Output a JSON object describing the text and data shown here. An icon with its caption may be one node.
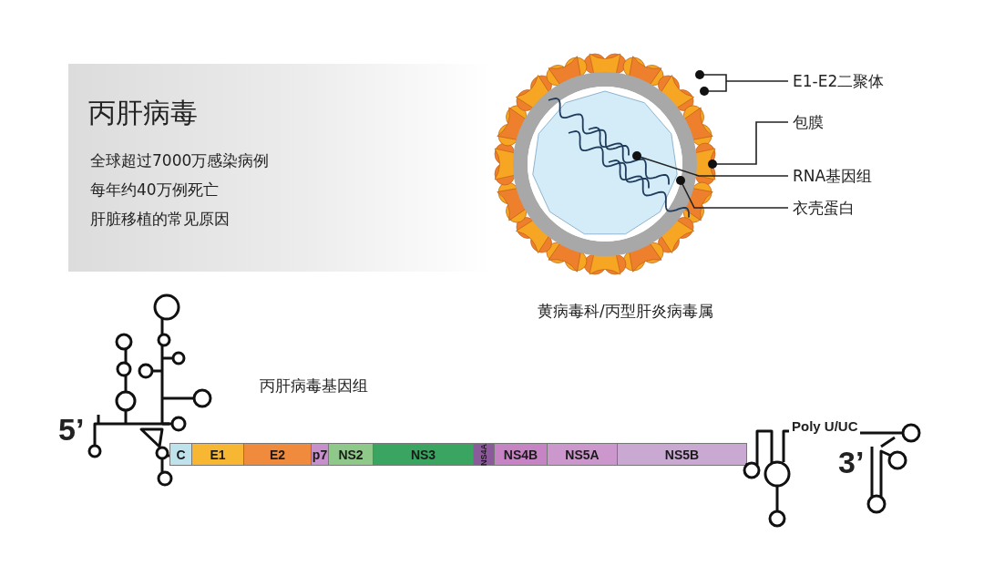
{
  "diagram": {
    "nodes": [
      {
        "text": [
          "丙肝病毒",
          "全球超过7000万感染病例",
          "每年约40万例死亡",
          "肝脏移植的常见原因"
        ]
      },
      {
        "text": [],
        "shape": "picture",
        "beside": [
          "黄病毒科/丙型肝炎病毒属"
        ]
      },
      {
        "text": [
          "E1-E2二聚体"
        ]
      },
      {
        "text": [
          "包膜"
        ]
      },
      {
        "text": [
          "RNA基因组"
        ]
      },
      {
        "text": [
          "衣壳蛋白"
        ]
      },
      {
        "text": [
          "C"
        ]
      },
      {
        "text": [
          "E1"
        ]
      },
      {
        "text": [
          "E2"
        ]
      },
      {
        "text": [
          "p7"
        ]
      },
      {
        "text": [
          "NS2"
        ]
      },
      {
        "text": [
          "NS3"
        ]
      },
      {
        "text": [
          "NS4A"
        ]
      },
      {
        "text": [
          "NS4B"
        ]
      },
      {
        "text": [
          "NS5A"
        ]
      },
      {
        "text": [
          "NS5B"
        ]
      }
    ],
    "edges": [
      {
        "from": 2,
        "to": 1,
        "arrow": "other"
      },
      {
        "from": 3,
        "to": 1,
        "arrow": "other"
      },
      {
        "from": 4,
        "to": 1,
        "arrow": "other"
      },
      {
        "from": 5,
        "to": 1,
        "arrow": "other"
      }
    ],
    "labels": [
      "丙肝病毒基因组",
      "5’",
      "Poly U/UC",
      "3’"
    ]
  }
}
